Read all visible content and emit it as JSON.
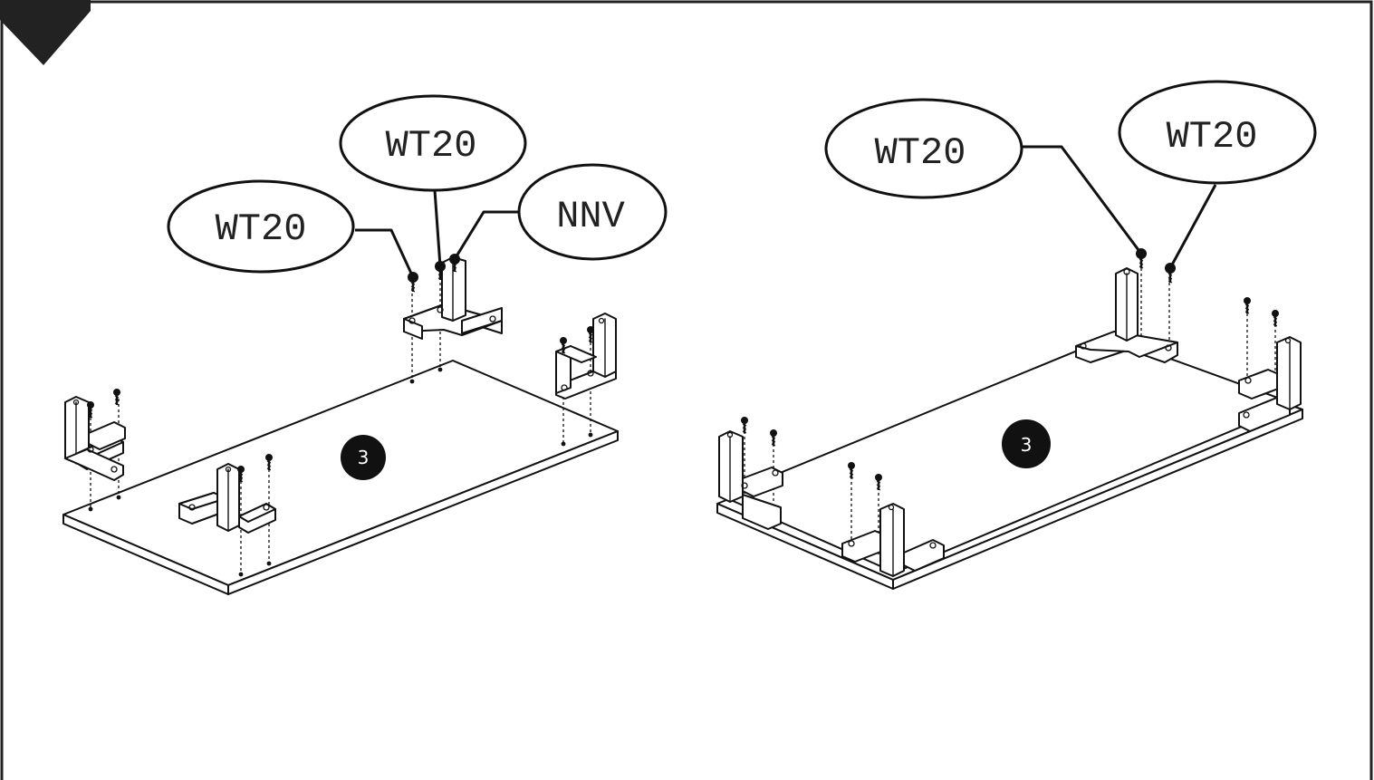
{
  "step_marker": {
    "color": "#222222"
  },
  "left_view": {
    "callouts": [
      {
        "id": "wt20-a",
        "text": "WT20"
      },
      {
        "id": "wt20-b",
        "text": "WT20"
      },
      {
        "id": "nnv",
        "text": "NNV"
      }
    ],
    "part_badge": "3"
  },
  "right_view": {
    "callouts": [
      {
        "id": "wt20-c",
        "text": "WT20"
      },
      {
        "id": "wt20-d",
        "text": "WT20"
      }
    ],
    "part_badge": "3"
  }
}
